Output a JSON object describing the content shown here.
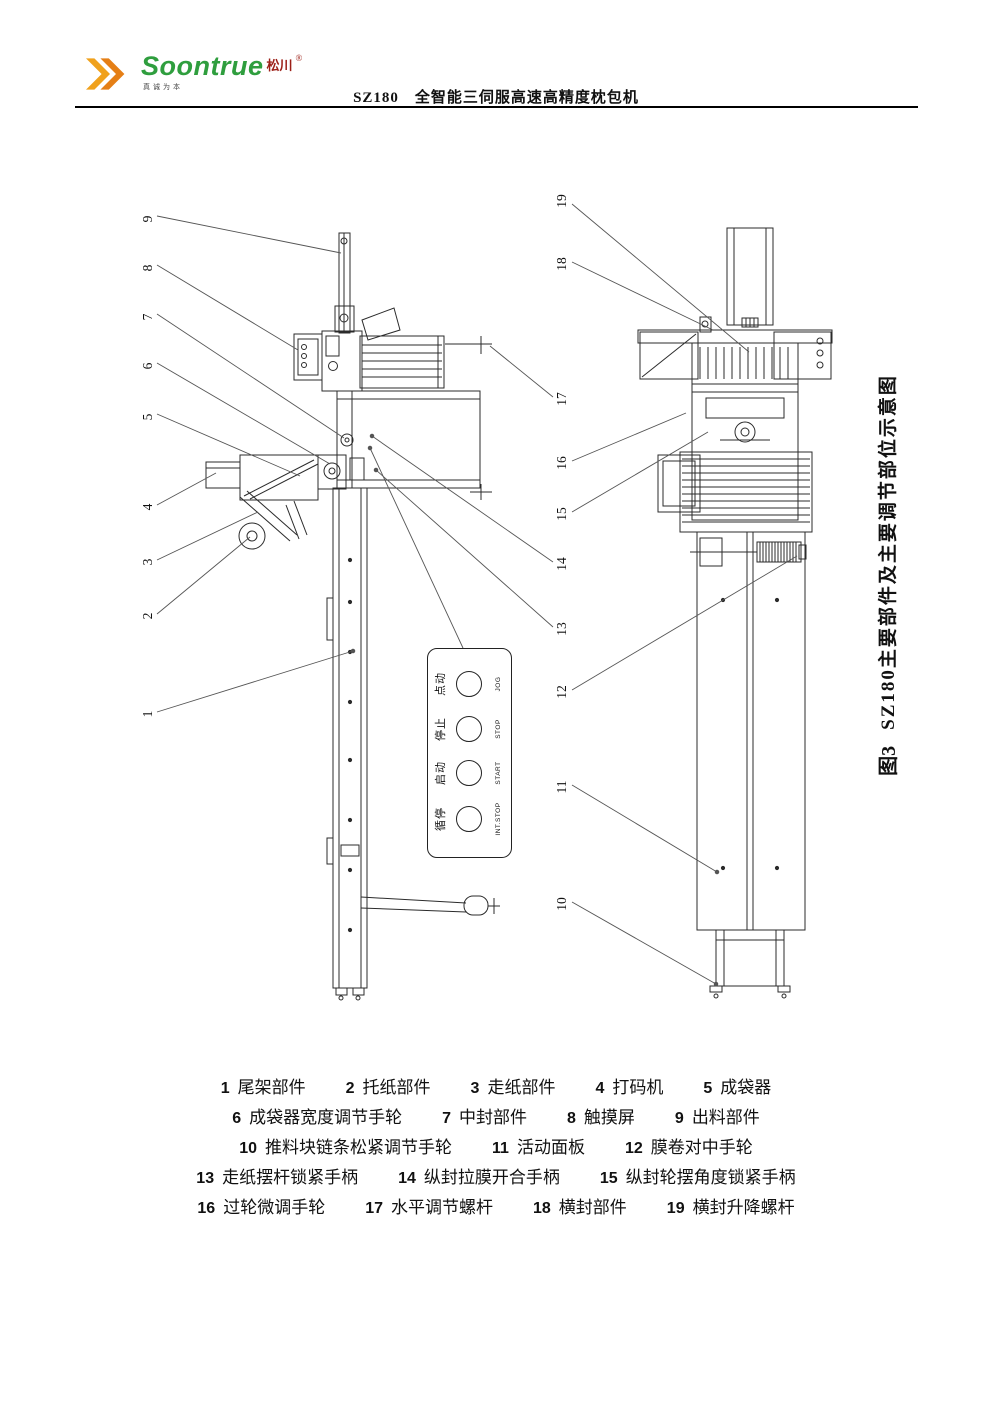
{
  "header": {
    "brand": "Soontrue",
    "brand_cn": "松川",
    "reg_mark": "®",
    "tagline": "真诚为本",
    "title": "SZ180　全智能三伺服高速高精度枕包机"
  },
  "figure": {
    "caption_label": "图3",
    "caption_title": "SZ180主要部件及主要调节部位示意图",
    "left_callouts": [
      "9",
      "8",
      "7",
      "6",
      "5",
      "4",
      "3",
      "2",
      "1"
    ],
    "right_callouts": [
      "19",
      "18",
      "17",
      "16",
      "15",
      "14",
      "13",
      "12",
      "11",
      "10"
    ],
    "panel": {
      "buttons": [
        {
          "cn": "点动",
          "en": "JOG"
        },
        {
          "cn": "停止",
          "en": "STOP"
        },
        {
          "cn": "启动",
          "en": "START"
        },
        {
          "cn": "循停",
          "en": "INT.STOP"
        }
      ]
    }
  },
  "parts": [
    {
      "num": "1",
      "label": "尾架部件"
    },
    {
      "num": "2",
      "label": "托纸部件"
    },
    {
      "num": "3",
      "label": "走纸部件"
    },
    {
      "num": "4",
      "label": "打码机"
    },
    {
      "num": "5",
      "label": "成袋器"
    },
    {
      "num": "6",
      "label": "成袋器宽度调节手轮"
    },
    {
      "num": "7",
      "label": "中封部件"
    },
    {
      "num": "8",
      "label": "触摸屏"
    },
    {
      "num": "9",
      "label": "出料部件"
    },
    {
      "num": "10",
      "label": "推料块链条松紧调节手轮"
    },
    {
      "num": "11",
      "label": "活动面板"
    },
    {
      "num": "12",
      "label": "膜卷对中手轮"
    },
    {
      "num": "13",
      "label": "走纸摆杆锁紧手柄"
    },
    {
      "num": "14",
      "label": "纵封拉膜开合手柄"
    },
    {
      "num": "15",
      "label": "纵封轮摆角度锁紧手柄"
    },
    {
      "num": "16",
      "label": "过轮微调手轮"
    },
    {
      "num": "17",
      "label": "水平调节螺杆"
    },
    {
      "num": "18",
      "label": "横封部件"
    },
    {
      "num": "19",
      "label": "横封升降螺杆"
    }
  ]
}
